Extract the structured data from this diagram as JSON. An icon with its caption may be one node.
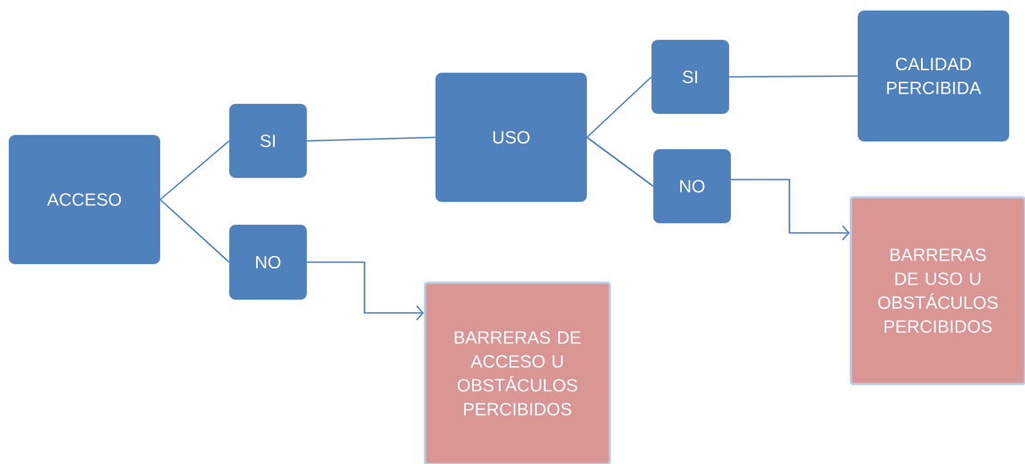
{
  "diagram": {
    "nodes": [
      {
        "text": [
          "ACCESO"
        ]
      },
      {
        "text": [
          "SI"
        ]
      },
      {
        "text": [
          "NO"
        ]
      },
      {
        "text": [
          "USO"
        ]
      },
      {
        "text": [
          "BARRERAS DE ACCESO U OBSTÁCULOS PERCIBIDOS"
        ]
      },
      {
        "text": [
          "SI"
        ]
      },
      {
        "text": [
          "NO"
        ]
      },
      {
        "text": [
          "CALIDAD PERCIBIDA"
        ]
      },
      {
        "text": [
          "BARRERAS DE USO U OBSTÁCULOS PERCIBIDOS"
        ]
      }
    ],
    "edges": [
      {
        "from": 0,
        "to": 1,
        "arrow": "none"
      },
      {
        "from": 0,
        "to": 2,
        "arrow": "none"
      },
      {
        "from": 1,
        "to": 3,
        "arrow": "none"
      },
      {
        "from": 2,
        "to": 4,
        "arrow": "to"
      },
      {
        "from": 3,
        "to": 5,
        "arrow": "none"
      },
      {
        "from": 3,
        "to": 6,
        "arrow": "none"
      },
      {
        "from": 5,
        "to": 7,
        "arrow": "none"
      },
      {
        "from": 6,
        "to": 8,
        "arrow": "to"
      }
    ]
  }
}
